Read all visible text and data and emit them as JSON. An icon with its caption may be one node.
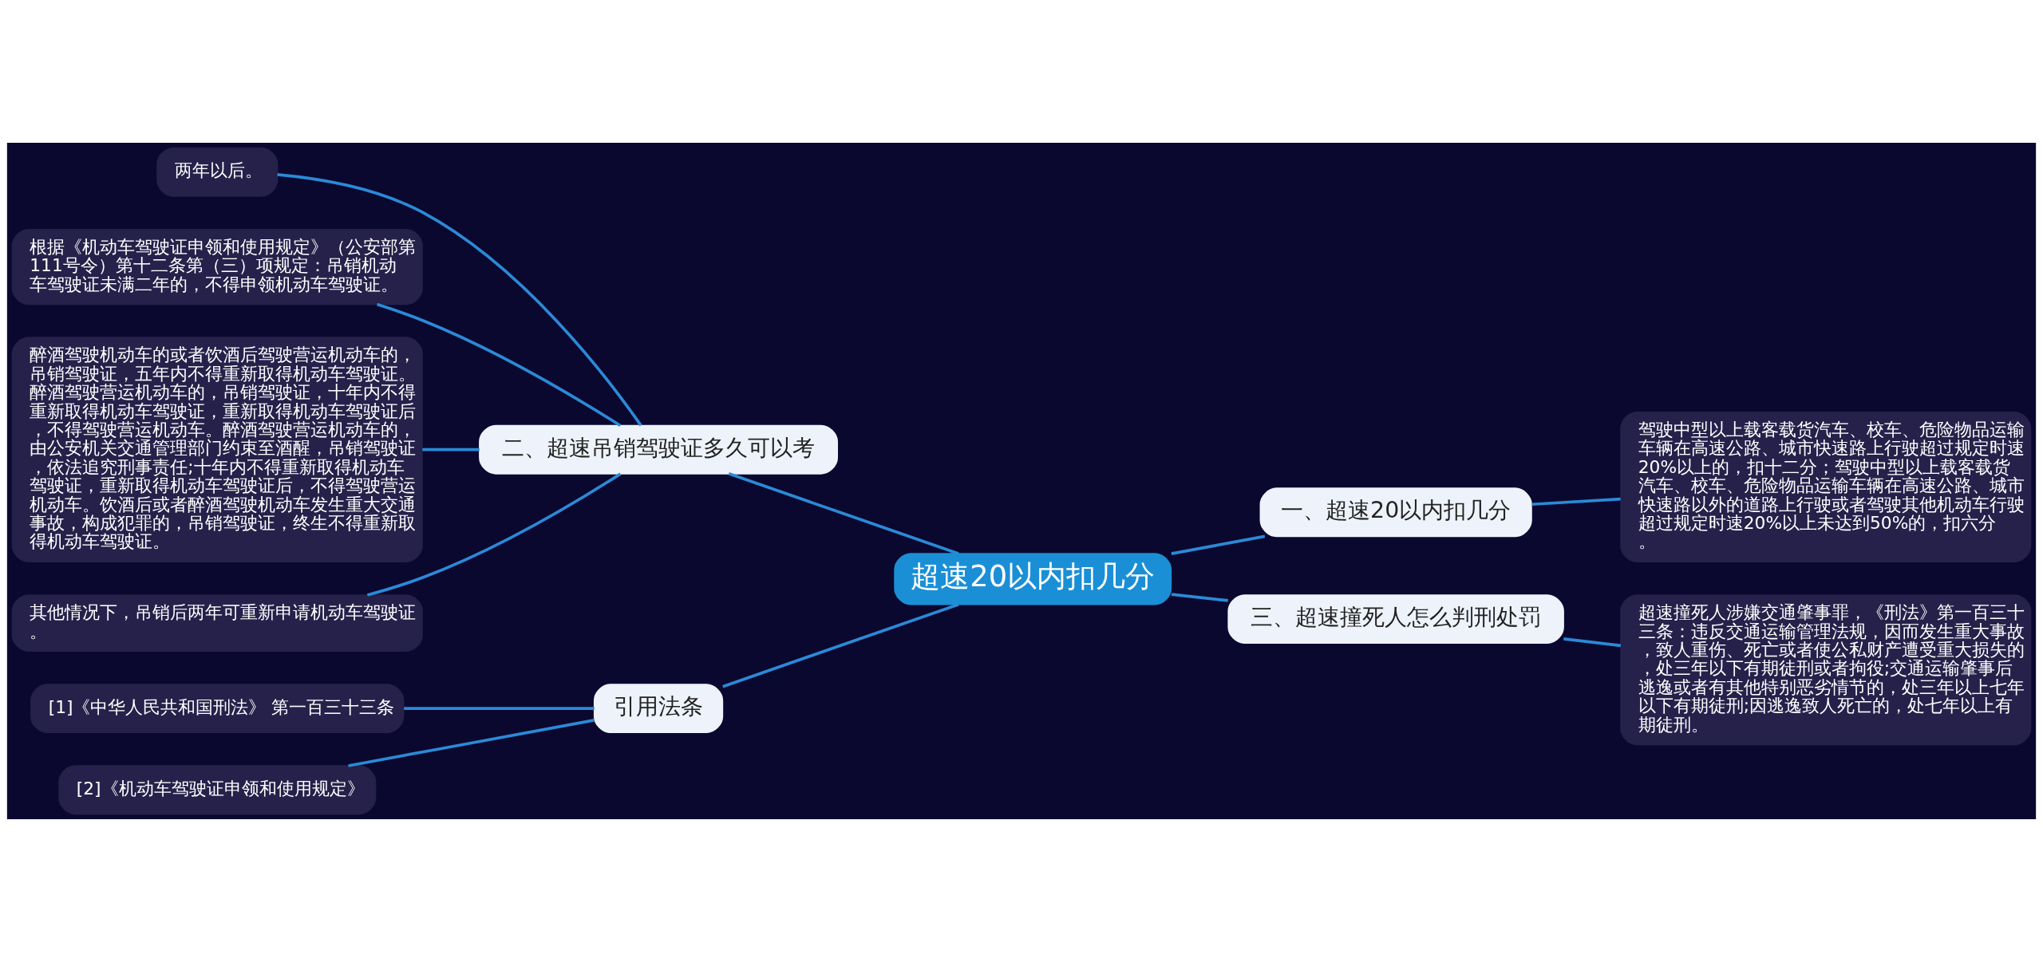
{
  "diagram": {
    "nodes": [
      {
        "text": [
          "超速20以内扣几分"
        ]
      },
      {
        "text": [
          "二、超速吊销驾驶证多久可以考"
        ]
      },
      {
        "text": [
          "两年以后。"
        ]
      },
      {
        "text": [
          "根据《机动车驾驶证申领和使用规定》（公安部第111号令）第十二条第（三）项规定：吊销机动车驾驶证未满二年的，不得申领机动车驾驶证。"
        ]
      },
      {
        "text": [
          "醉酒驾驶机动车的或者饮酒后驾驶营运机动车的，吊销驾驶证，五年内不得重新取得机动车驾驶证。醉酒驾驶营运机动车的，吊销驾驶证，十年内不得重新取得机动车驾驶证，重新取得机动车驾驶证后，不得驾驶营运机动车。醉酒驾驶营运机动车的，由公安机关交通管理部门约束至酒醒，吊销驾驶证，依法追究刑事责任;十年内不得重新取得机动车驾驶证，重新取得机动车驾驶证后，不得驾驶营运机动车。饮酒后或者醉酒驾驶机动车发生重大交通事故，构成犯罪的，吊销驾驶证，终生不得重新取得机动车驾驶证。"
        ]
      },
      {
        "text": [
          "其他情况下，吊销后两年可重新申请机动车驾驶证。"
        ]
      },
      {
        "text": [
          "引用法条"
        ]
      },
      {
        "text": [
          "[1]《中华人民共和国刑法》 第一百三十三条"
        ]
      },
      {
        "text": [
          "[2]《机动车驾驶证申领和使用规定》"
        ]
      },
      {
        "text": [
          "一、超速20以内扣几分"
        ]
      },
      {
        "text": [
          "驾驶中型以上载客载货汽车、校车、危险物品运输车辆在高速公路、城市快速路上行驶超过规定时速20%以上的，扣十二分；驾驶中型以上载客载货汽车、校车、危险物品运输车辆在高速公路、城市快速路以外的道路上行驶或者驾驶其他机动车行驶超过规定时速20%以上未达到50%的，扣六分。"
        ]
      },
      {
        "text": [
          "三、超速撞死人怎么判刑处罚"
        ]
      },
      {
        "text": [
          "超速撞死人涉嫌交通肇事罪，《刑法》第一百三十三条：违反交通运输管理法规，因而发生重大事故，致人重伤、死亡或者使公私财产遭受重大损失的，处三年以下有期徒刑或者拘役;交通运输肇事后逃逸或者有其他特别恶劣情节的，处三年以上七年以下有期徒刑;因逃逸致人死亡的，处七年以上有期徒刑。"
        ]
      }
    ],
    "edges": [
      {
        "from": 0,
        "to": 1,
        "arrow": "none"
      },
      {
        "from": 1,
        "to": 2,
        "arrow": "none"
      },
      {
        "from": 1,
        "to": 3,
        "arrow": "none"
      },
      {
        "from": 1,
        "to": 4,
        "arrow": "none"
      },
      {
        "from": 1,
        "to": 5,
        "arrow": "none"
      },
      {
        "from": 0,
        "to": 6,
        "arrow": "none"
      },
      {
        "from": 6,
        "to": 7,
        "arrow": "none"
      },
      {
        "from": 6,
        "to": 8,
        "arrow": "none"
      },
      {
        "from": 0,
        "to": 9,
        "arrow": "none"
      },
      {
        "from": 9,
        "to": 10,
        "arrow": "none"
      },
      {
        "from": 0,
        "to": 11,
        "arrow": "none"
      },
      {
        "from": 11,
        "to": 12,
        "arrow": "none"
      }
    ]
  }
}
